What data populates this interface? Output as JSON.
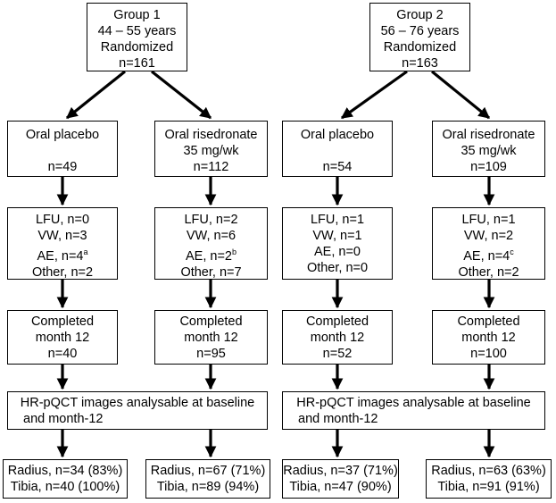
{
  "group1": {
    "header": {
      "title": "Group 1",
      "age": "44 – 55 years",
      "status": "Randomized",
      "n": "n=161"
    },
    "arms": [
      {
        "treatment": [
          "Oral placebo",
          ""
        ],
        "n": "n=49",
        "withdrawals": [
          "LFU, n=0",
          "VW, n=3",
          "AE, n=4",
          "Other, n=2"
        ],
        "ae_note": "a",
        "completed": [
          "Completed",
          "month 12",
          "n=40"
        ],
        "result": [
          "Radius, n=34 (83%)",
          "Tibia, n=40 (100%)"
        ]
      },
      {
        "treatment": [
          "Oral risedronate",
          "35 mg/wk"
        ],
        "n": "n=112",
        "withdrawals": [
          "LFU, n=2",
          "VW, n=6",
          "AE, n=2",
          "Other, n=7"
        ],
        "ae_note": "b",
        "completed": [
          "Completed",
          "month 12",
          "n=95"
        ],
        "result": [
          "Radius, n=67 (71%)",
          "Tibia, n=89 (94%)"
        ]
      }
    ],
    "hrpqct": [
      "HR-pQCT images analysable at baseline",
      "and month-12"
    ]
  },
  "group2": {
    "header": {
      "title": "Group 2",
      "age": "56 – 76 years",
      "status": "Randomized",
      "n": "n=163"
    },
    "arms": [
      {
        "treatment": [
          "Oral placebo",
          ""
        ],
        "n": "n=54",
        "withdrawals": [
          "LFU, n=1",
          "VW, n=1",
          "AE, n=0",
          "Other, n=0"
        ],
        "ae_note": "",
        "completed": [
          "Completed",
          "month 12",
          "n=52"
        ],
        "result": [
          "Radius, n=37 (71%)",
          "Tibia, n=47 (90%)"
        ]
      },
      {
        "treatment": [
          "Oral risedronate",
          "35 mg/wk"
        ],
        "n": "n=109",
        "withdrawals": [
          "LFU, n=1",
          "VW, n=2",
          "AE, n=4",
          "Other, n=2"
        ],
        "ae_note": "c",
        "completed": [
          "Completed",
          "month 12",
          "n=100"
        ],
        "result": [
          "Radius, n=63 (63%)",
          "Tibia, n=91 (91%)"
        ]
      }
    ],
    "hrpqct": [
      "HR-pQCT images analysable at baseline",
      "and month-12"
    ]
  }
}
